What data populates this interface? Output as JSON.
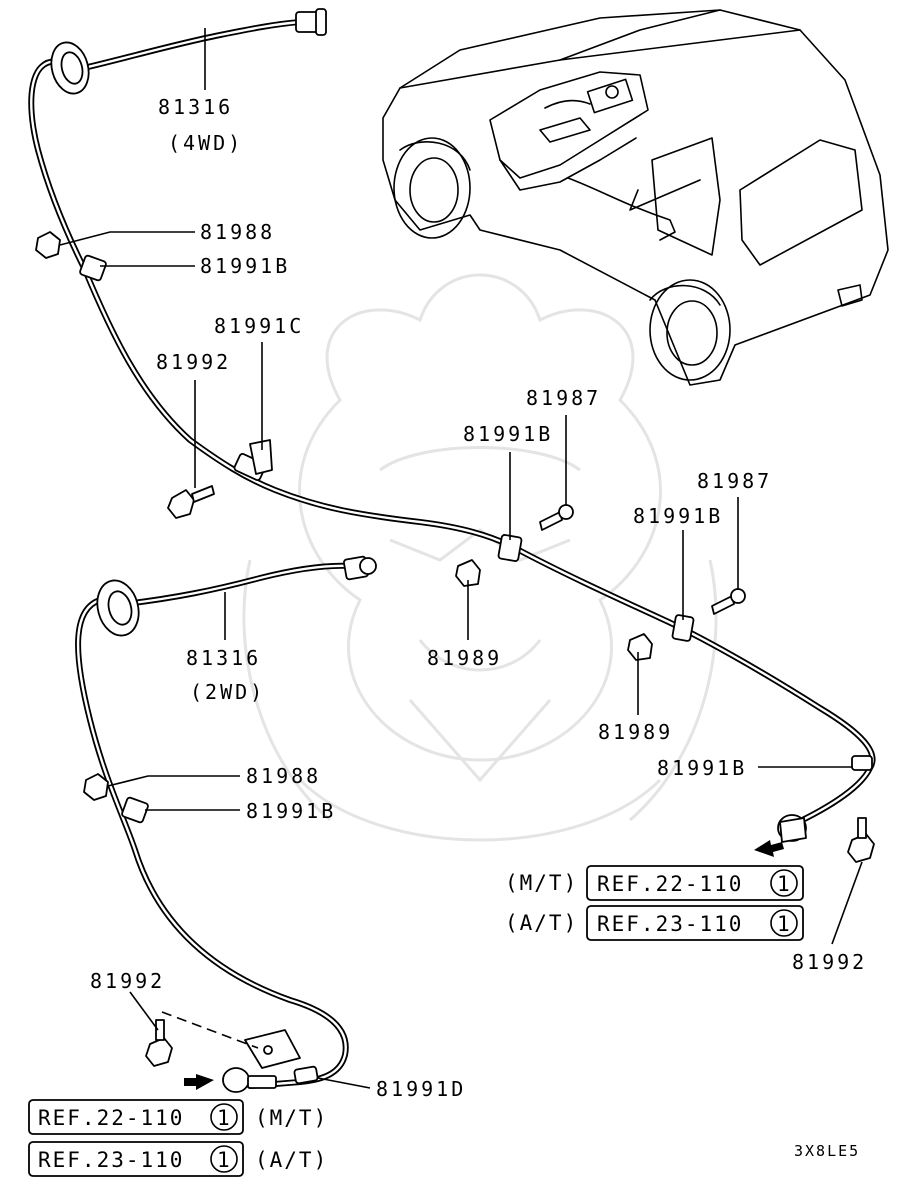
{
  "callouts": {
    "cable_4wd_part": "81316",
    "cable_4wd_variant": "(4WD)",
    "top_grommet_nut": "81988",
    "top_clamp": "81991B",
    "clamp_c": "81991C",
    "left_bolt": "81992",
    "mid_screw_1": "81987",
    "mid_clamp_1": "81991B",
    "mid_screw_2": "81987",
    "mid_clamp_2": "81991B",
    "cable_2wd_part": "81316",
    "cable_2wd_variant": "(2WD)",
    "clip_1": "81989",
    "clip_2": "81989",
    "right_clamp": "81991B",
    "lower_nut": "81988",
    "lower_clamp": "81991B",
    "right_bolt": "81992",
    "bottom_bolt": "81992",
    "clamp_d": "81991D"
  },
  "references": {
    "right_mt_label": "(M/T)",
    "right_mt_ref": "REF.22-110",
    "right_mt_circle": "1",
    "right_at_label": "(A/T)",
    "right_at_ref": "REF.23-110",
    "right_at_circle": "1",
    "bottom_mt_ref": "REF.22-110",
    "bottom_mt_circle": "1",
    "bottom_mt_label": "(M/T)",
    "bottom_at_ref": "REF.23-110",
    "bottom_at_circle": "1",
    "bottom_at_label": "(A/T)"
  },
  "figure_code": "3X8LE5",
  "colors": {
    "line": "#000000",
    "background": "#ffffff",
    "watermark": "#e4e4e4"
  },
  "icons": [
    "vehicle-illustration",
    "grommet-icon",
    "bolt-icon",
    "screw-icon",
    "clip-icon",
    "clamp-icon",
    "arrow-icon"
  ]
}
